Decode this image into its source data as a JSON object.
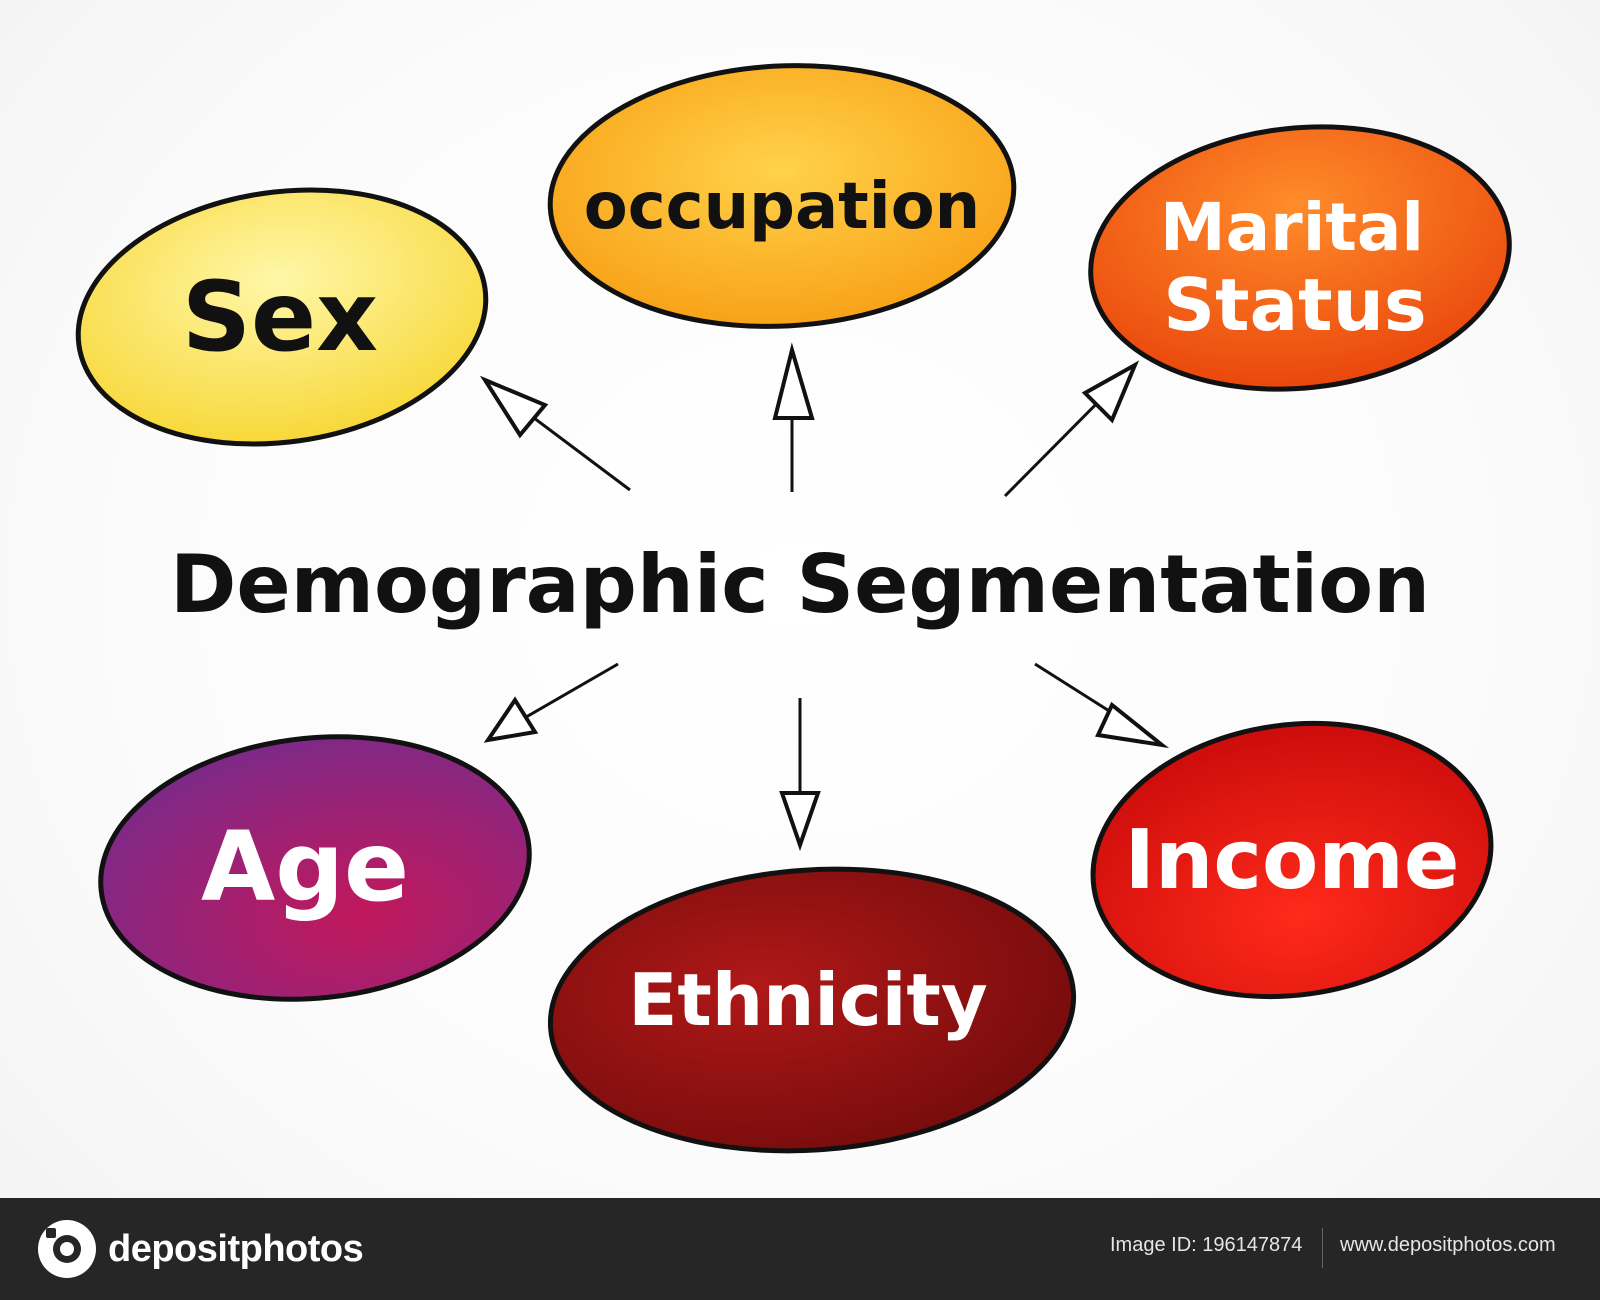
{
  "diagram": {
    "center_label": "Demographic Segmentation",
    "nodes": [
      {
        "id": "sex",
        "label": "Sex",
        "fill_top": "#fff7a8",
        "fill_bottom": "#f7d530",
        "text_color": "#111111"
      },
      {
        "id": "occupation",
        "label": "occupation",
        "fill_top": "#ffd24a",
        "fill_bottom": "#f79a10",
        "text_color": "#111111"
      },
      {
        "id": "marital",
        "label_line1": "Marital",
        "label_line2": "Status",
        "fill_top": "#ff8c2a",
        "fill_bottom": "#e8420a",
        "text_color": "#ffffff"
      },
      {
        "id": "age",
        "label": "Age",
        "fill_top": "#7a2a8a",
        "fill_bottom": "#c2185b",
        "text_color": "#ffffff"
      },
      {
        "id": "ethnicity",
        "label": "Ethnicity",
        "fill_top": "#b01818",
        "fill_bottom": "#6e0a0a",
        "text_color": "#ffffff"
      },
      {
        "id": "income",
        "label": "Income",
        "fill_top": "#ff2a1a",
        "fill_bottom": "#c80a0a",
        "text_color": "#ffffff"
      }
    ],
    "arrow_color": "#111111",
    "outline_color": "#111111"
  },
  "footer": {
    "brand": "depositphotos",
    "image_id": "Image ID: 196147874",
    "site": "www.depositphotos.com"
  }
}
